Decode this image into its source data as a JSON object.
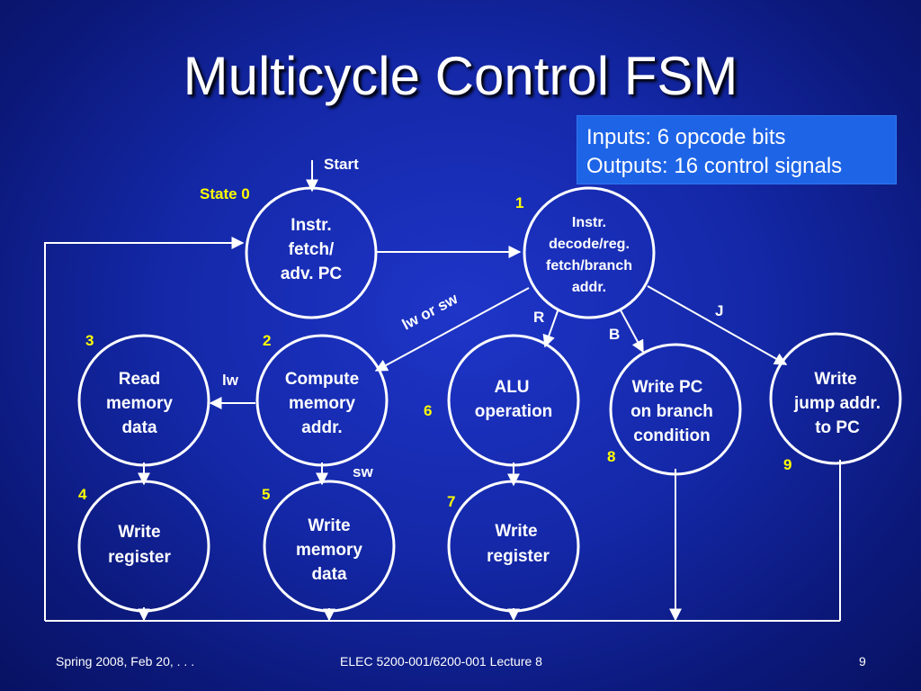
{
  "title": "Multicycle Control FSM",
  "info_box": {
    "line1": "Inputs: 6 opcode bits",
    "line2": "Outputs: 16 control signals"
  },
  "start_label": "Start",
  "states": [
    {
      "id": "0",
      "number_label": "State 0",
      "lines": [
        "Instr.",
        "fetch/",
        "adv. PC"
      ]
    },
    {
      "id": "1",
      "number_label": "1",
      "lines": [
        "Instr.",
        "decode/reg.",
        "fetch/branch",
        "addr."
      ]
    },
    {
      "id": "2",
      "number_label": "2",
      "lines": [
        "Compute",
        "memory",
        "addr."
      ]
    },
    {
      "id": "3",
      "number_label": "3",
      "lines": [
        "Read",
        "memory",
        "data"
      ]
    },
    {
      "id": "4",
      "number_label": "4",
      "lines": [
        "Write",
        "register"
      ]
    },
    {
      "id": "5",
      "number_label": "5",
      "lines": [
        "Write",
        "memory",
        "data"
      ]
    },
    {
      "id": "6",
      "number_label": "6",
      "lines": [
        "ALU",
        "operation"
      ]
    },
    {
      "id": "7",
      "number_label": "7",
      "lines": [
        "Write",
        "register"
      ]
    },
    {
      "id": "8",
      "number_label": "8",
      "lines": [
        "Write PC",
        "on branch",
        "condition"
      ]
    },
    {
      "id": "9",
      "number_label": "9",
      "lines": [
        "Write",
        "jump addr.",
        "to PC"
      ]
    }
  ],
  "transitions": {
    "lw_or_sw": "lw or sw",
    "r": "R",
    "b": "B",
    "j": "J",
    "lw": "lw",
    "sw": "sw"
  },
  "colors": {
    "state_number": "#ffff00",
    "info_box_bg": "#1e64e6",
    "circle_stroke": "#ffffff",
    "line": "#ffffff"
  },
  "footer": {
    "left": "Spring 2008, Feb 20, . . .",
    "center": "ELEC 5200-001/6200-001 Lecture 8",
    "right": "9"
  }
}
